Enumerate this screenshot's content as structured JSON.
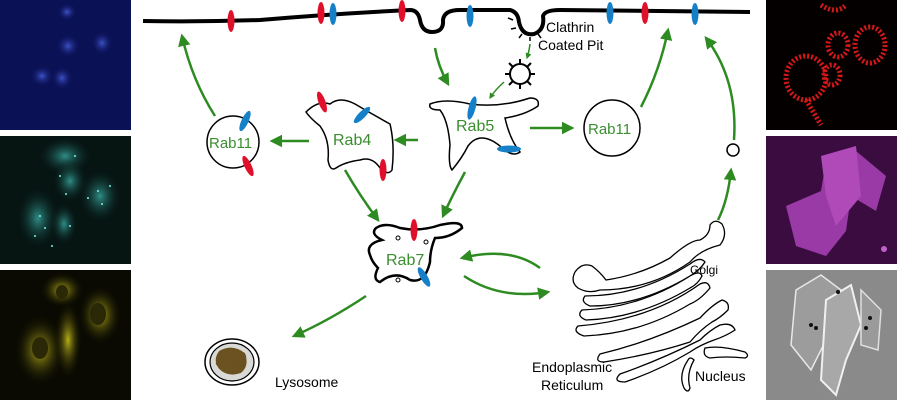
{
  "figure": {
    "title": "Rab GTPase membrane trafficking pathways",
    "colors": {
      "arrow": "#2e8b22",
      "label_green": "#3a8e2e",
      "marker_red": "#e0102a",
      "marker_blue": "#1580c8",
      "outline": "#000000",
      "lysosome_fill": "#d9d9d6",
      "lysosome_content": "#6b5220"
    }
  },
  "labels": {
    "clathrin_line1": "Clathrin",
    "clathrin_line2": "Coated Pit",
    "rab5": "Rab5",
    "rab4": "Rab4",
    "rab11_left": "Rab11",
    "rab11_right": "Rab11",
    "rab7": "Rab7",
    "lysosome": "Lysosome",
    "golgi": "Golgi",
    "er_line1": "Endoplasmic",
    "er_line2": "Reticulum",
    "nucleus": "Nucleus"
  },
  "micrographs": {
    "left": [
      {
        "name": "blue-nuclear-stain",
        "tint": "#1a2a8a",
        "bg": "#0a1050"
      },
      {
        "name": "cyan-punctate-stain",
        "tint": "#2aa8a0",
        "bg": "#061614"
      },
      {
        "name": "yellow-cytoplasmic-stain",
        "tint": "#c8c020",
        "bg": "#0a0a02"
      }
    ],
    "right": [
      {
        "name": "red-punctate-stain",
        "tint": "#e01818",
        "bg": "#050000"
      },
      {
        "name": "magenta-cytoplasmic-stain",
        "tint": "#b040b8",
        "bg": "#3a0c40"
      },
      {
        "name": "phase-contrast",
        "tint": "#d8d8d8",
        "bg": "#8a8a8a"
      }
    ]
  }
}
